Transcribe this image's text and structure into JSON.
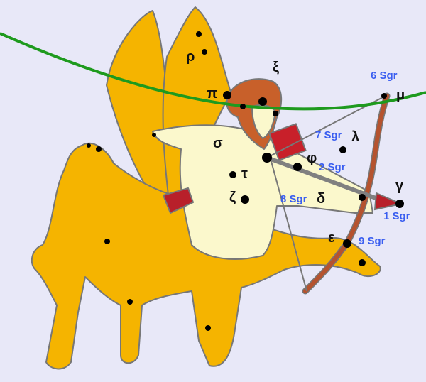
{
  "title": "Sagittarius constellation illustration",
  "colors": {
    "background": "#e8e8f8",
    "body": "#f5b400",
    "torso": "#fbf8cc",
    "hair": "#c8602a",
    "bow": "#b5532f",
    "ecliptic": "#1e9a1e",
    "sgr_label": "#3a5ef0",
    "greek_label": "#111111"
  },
  "labels": {
    "rho": "ρ",
    "xi": "ξ",
    "pi": "π",
    "mu": "μ",
    "lambda": "λ",
    "sigma": "σ",
    "phi": "φ",
    "tau": "τ",
    "zeta": "ζ",
    "delta": "δ",
    "gamma": "γ",
    "epsilon": "ε",
    "sgr6": "6 Sgr",
    "sgr7": "7 Sgr",
    "sgr2": "2 Sgr",
    "sgr8": "8 Sgr",
    "sgr1": "1 Sgr",
    "sgr9": "9 Sgr"
  }
}
